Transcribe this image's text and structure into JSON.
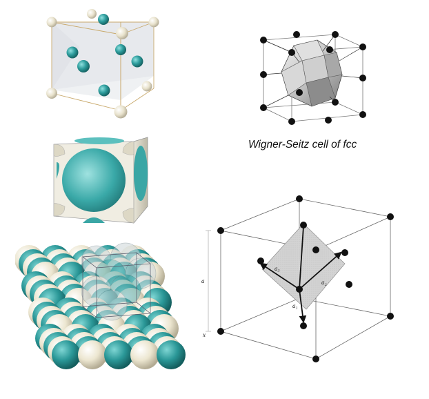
{
  "caption": "Wigner-Seitz cell of fcc",
  "primitive_cell_labels": {
    "a1": "a₁",
    "a2": "a₂",
    "a3": "a₃",
    "edge": "a",
    "axis": "x"
  },
  "colors": {
    "white_atom": "#ece6d3",
    "teal_atom": "#2e9a9c",
    "cell_face": "#dfe2e6",
    "black_atom": "#111111"
  }
}
